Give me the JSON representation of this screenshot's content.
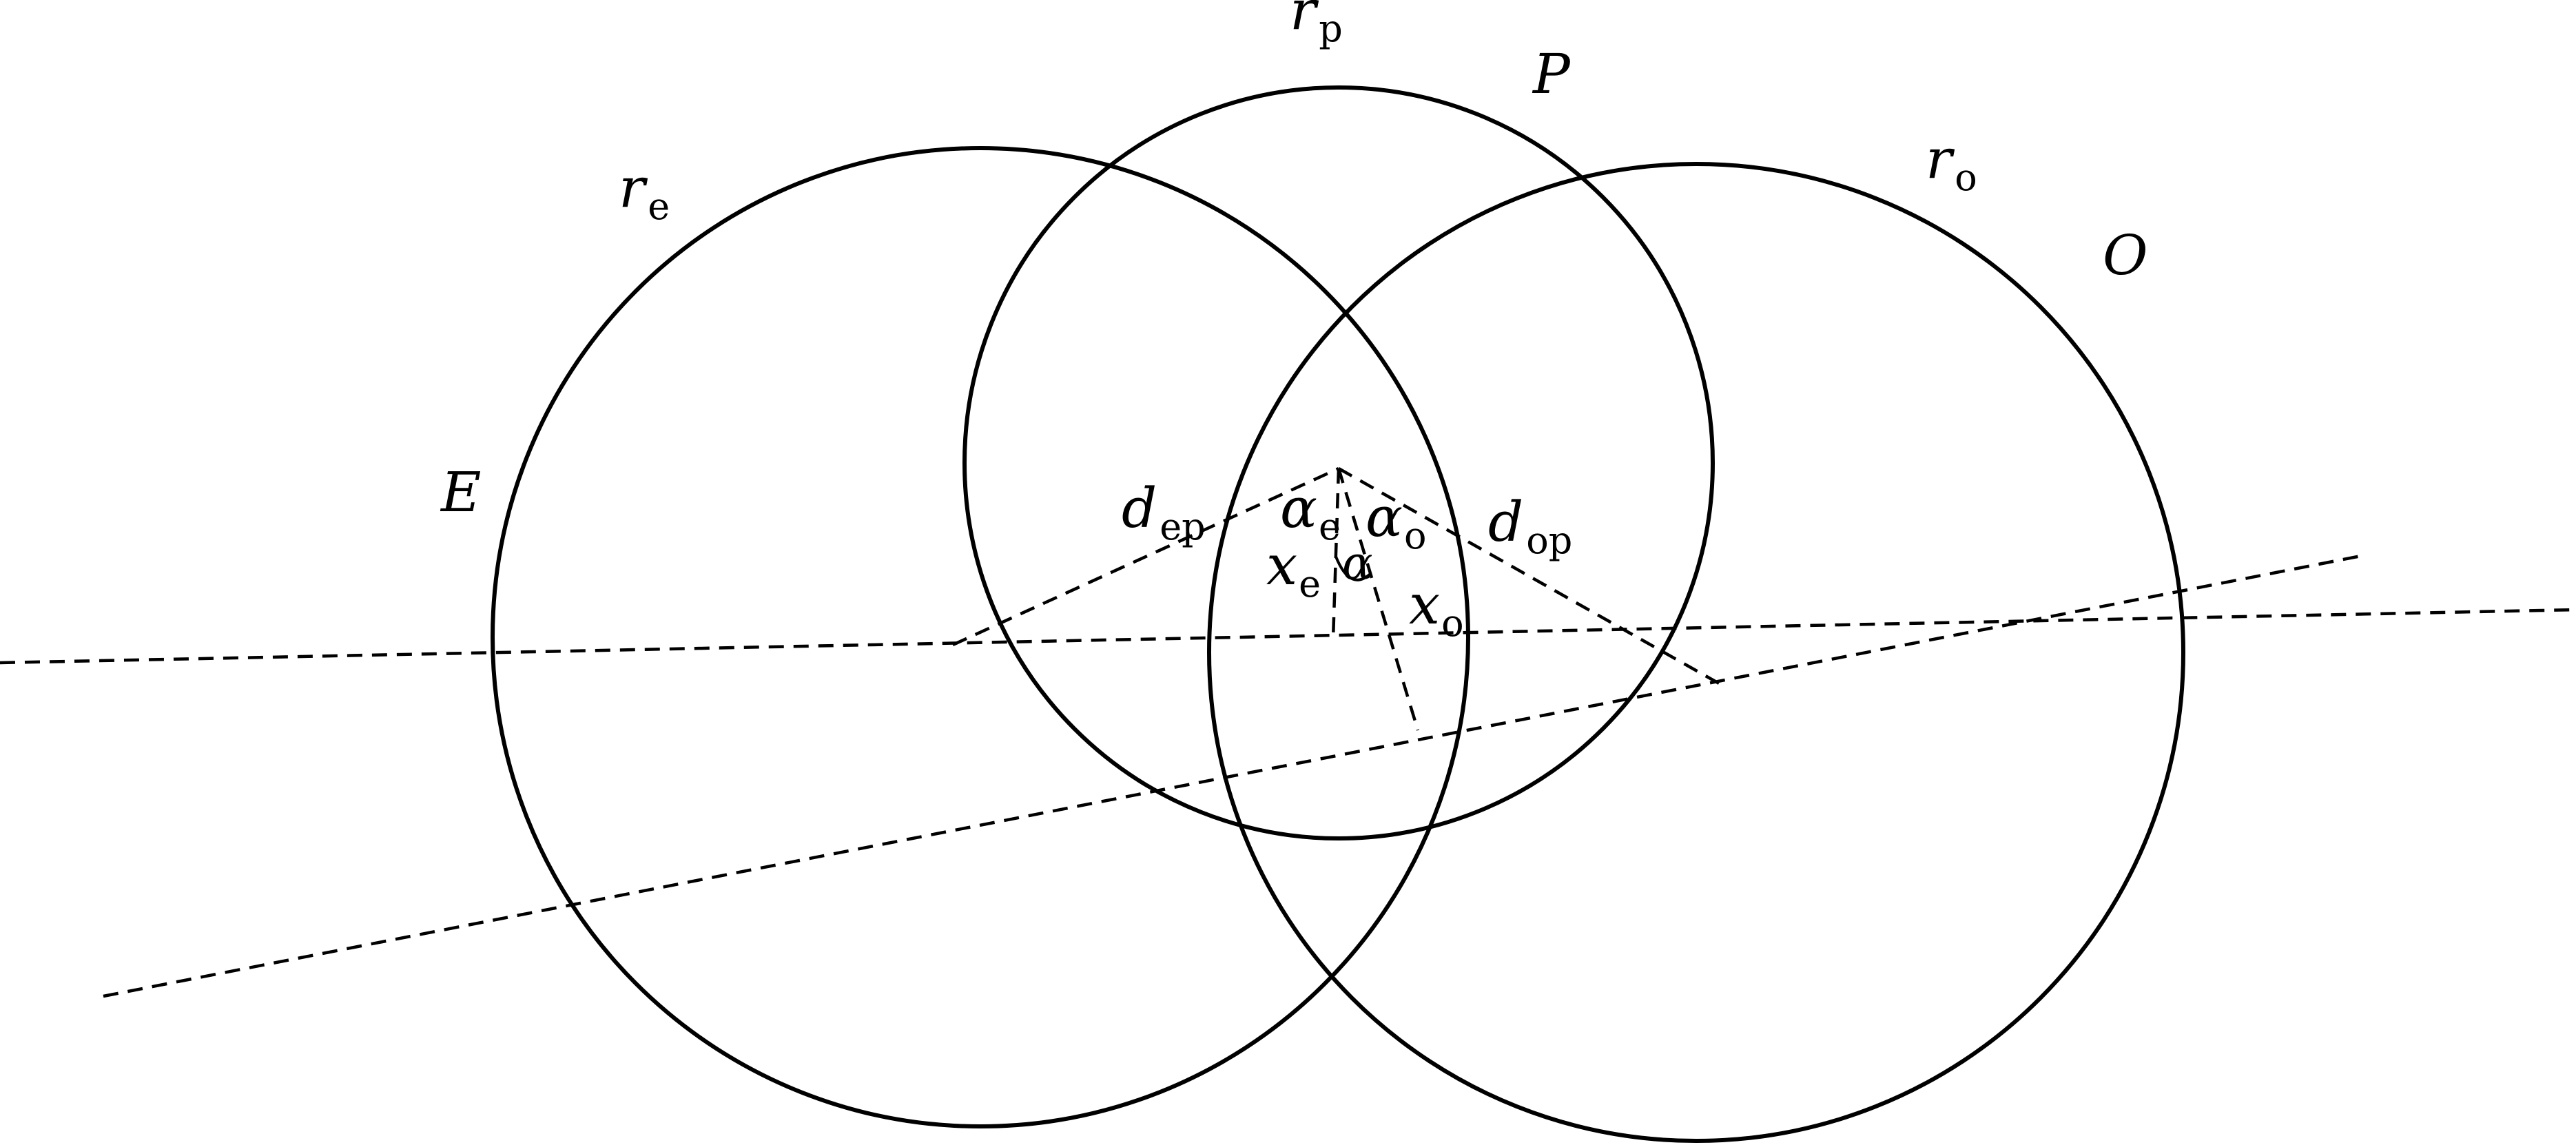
{
  "circles": [
    {
      "id": "E",
      "label": "E",
      "radius_symbol": "r",
      "radius_sub": "e"
    },
    {
      "id": "P",
      "label": "P",
      "radius_symbol": "r",
      "radius_sub": "p"
    },
    {
      "id": "O",
      "label": "O",
      "radius_symbol": "r",
      "radius_sub": "o"
    }
  ],
  "distances": {
    "dep": {
      "symbol": "d",
      "sub": "ep"
    },
    "dop": {
      "symbol": "d",
      "sub": "op"
    }
  },
  "projections": {
    "xe": {
      "symbol": "x",
      "sub": "e"
    },
    "xo": {
      "symbol": "x",
      "sub": "o"
    }
  },
  "angles": {
    "alpha_e": {
      "symbol": "α",
      "sub": "e"
    },
    "alpha_o": {
      "symbol": "α",
      "sub": "o"
    },
    "alpha": {
      "symbol": "α"
    }
  },
  "colors": {
    "stroke": "#000000",
    "background": "#ffffff"
  }
}
